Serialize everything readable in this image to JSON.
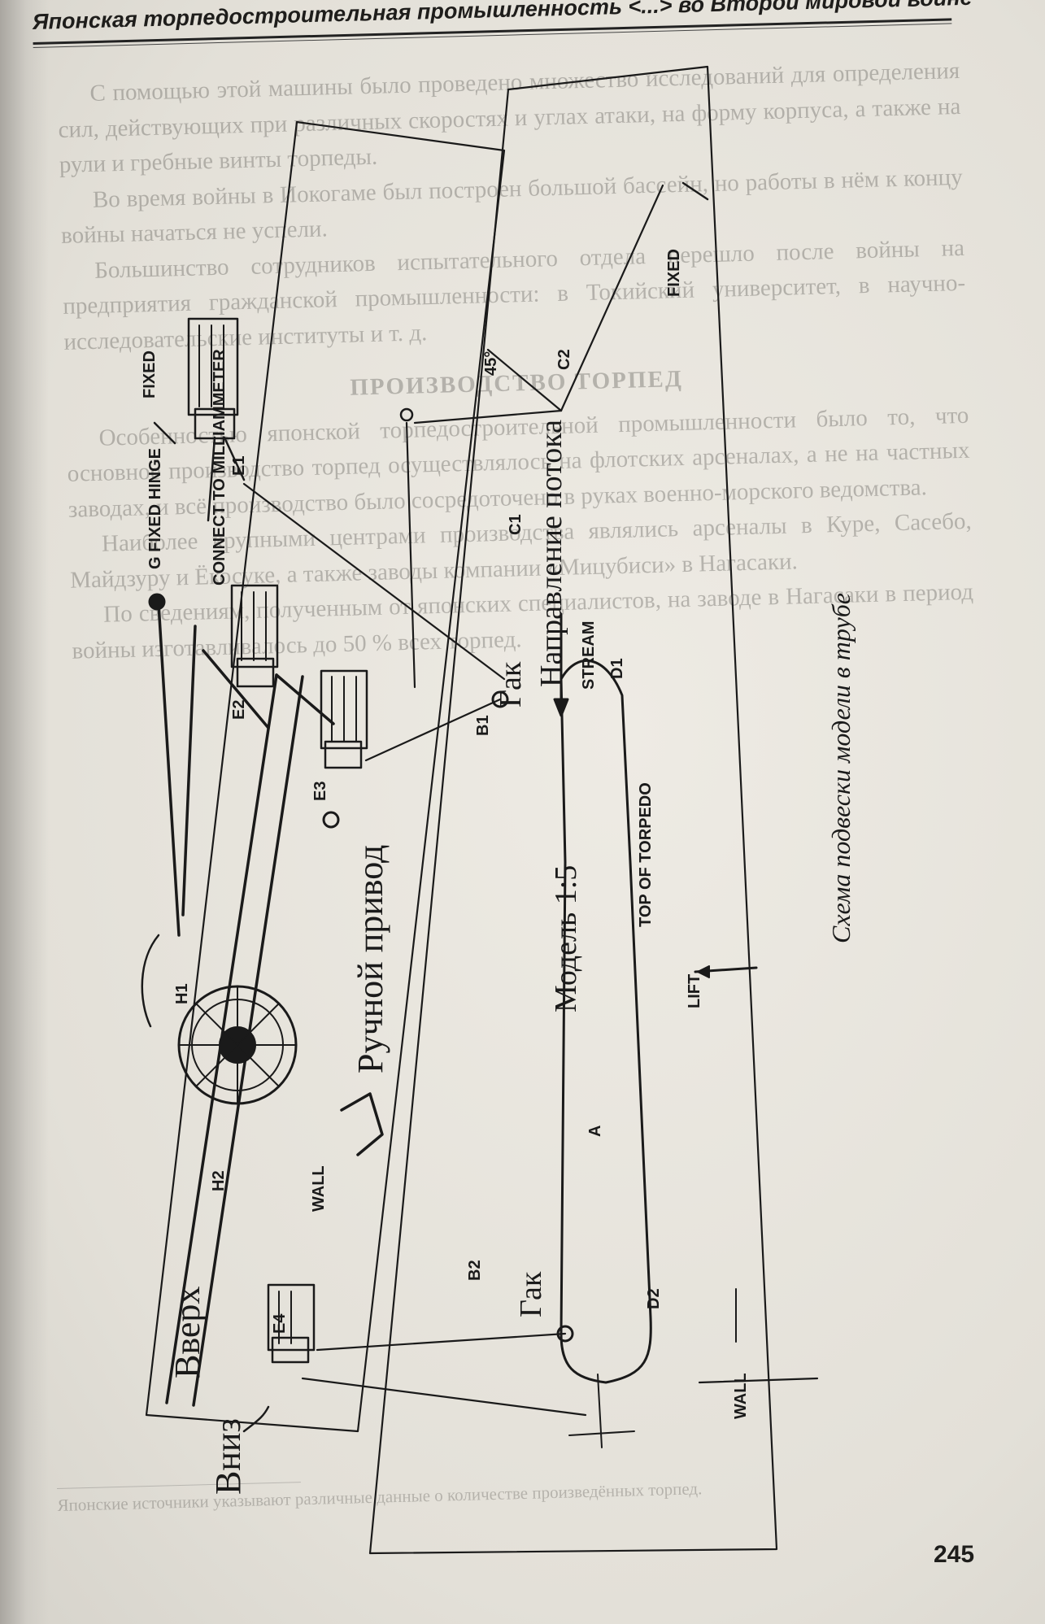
{
  "header": {
    "title": "Японская торпедостроительная промышленность <...> во Второй мировой войне"
  },
  "page_number": "245",
  "body_text": {
    "paragraphs": [
      "С помощью этой машины было проведено множество исследований для определения сил, действующих при различных скоростях и углах атаки, на форму корпуса, а также на рули и гребные винты торпеды.",
      "Во время войны в Иокогаме был построен большой бассейн, но работы в нём к концу войны начаться не успели.",
      "Большинство сотрудников испытательного отдела перешло после войны на предприятия гражданской промышленности: в Токийский университет, в научно-исследовательские институты и т. д."
    ],
    "heading": "ПРОИЗВОДСТВО ТОРПЕД",
    "paragraphs2": [
      "Особенностью японской торпедостроительной промышленности было то, что основное производство торпед осуществлялось на флотских арсеналах, а не на частных заводах, и всё производство было сосредоточено в руках военно-морского ведомства.",
      "Наиболее крупными центрами производства являлись арсеналы в Куре, Сасебо, Майдзуру и Ёкосуке, а также заводы компании «Мицубиси» в Нагасаки.",
      "По сведениям, полученным от японских специалистов, на заводе в Нагасаки в период войны изготавливалось до 50 % всех торпед."
    ],
    "footnote": "Японские источники указывают различные данные о количестве произведённых торпед."
  },
  "diagram": {
    "caption": "Схема подвески модели в трубе",
    "ru_labels": {
      "up": "Вверх",
      "down": "Вниз",
      "hand_drive": "Ручной привод",
      "model": "Модель 1:5",
      "hook_top": "Гак",
      "hook_bottom": "Гак",
      "flow_direction": "Направление потока"
    },
    "en_labels": {
      "fixed_top": "FIXED",
      "fixed_right": "FIXED",
      "fixed_hinge": "G  FIXED HINGE",
      "connect": "CONNECT TO MILLIAMMETER",
      "e1": "E1",
      "e2": "E2",
      "e3": "E3",
      "e4": "E4",
      "b1": "B1",
      "b2": "B2",
      "h1": "H1",
      "h2": "H2",
      "c1": "C1",
      "c2": "C2",
      "d1": "D1",
      "d2": "D2",
      "angle": "45°",
      "stream": "STREAM",
      "top_of_torpedo": "TOP OF TORPEDO",
      "lift": "LIFT",
      "a": "A",
      "wall_1": "WALL",
      "wall_2": "WALL"
    }
  }
}
